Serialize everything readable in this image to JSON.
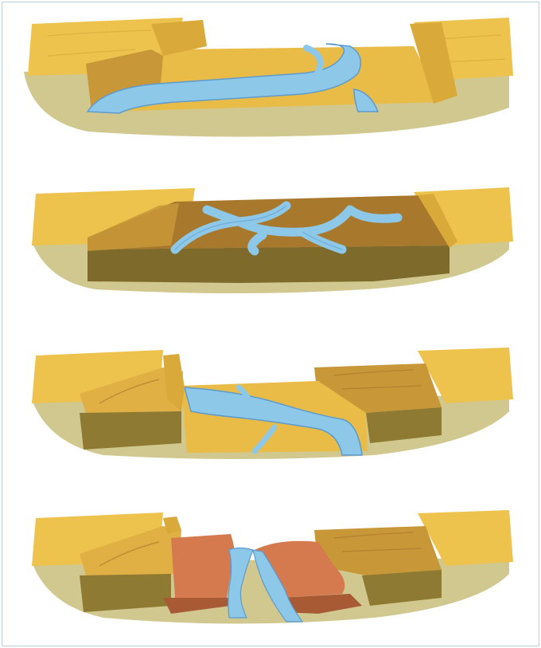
{
  "figure": {
    "stages": [
      {
        "id": 1,
        "features": [
          "single-channel-river",
          "valley-floor",
          "valley-walls"
        ]
      },
      {
        "id": 2,
        "features": [
          "braided-channels",
          "sediment-fill",
          "valley-walls"
        ]
      },
      {
        "id": 3,
        "features": [
          "incised-channel",
          "river-terraces",
          "valley-floor"
        ]
      },
      {
        "id": 4,
        "features": [
          "deep-incised-channel",
          "paired-terraces",
          "exposed-rock"
        ]
      }
    ]
  },
  "colors": {
    "plain": "#EDC24D",
    "plain_dark": "#D9A93A",
    "wall": "#C89838",
    "sediment": "#A8782C",
    "deep": "#7E6A2A",
    "ground": "#B8AA55",
    "water": "#8EC8E8",
    "water_dark": "#5C9BD0",
    "rock": "#D57A4E",
    "rock_dark": "#A85A35",
    "frame": "#B9CFE0"
  }
}
